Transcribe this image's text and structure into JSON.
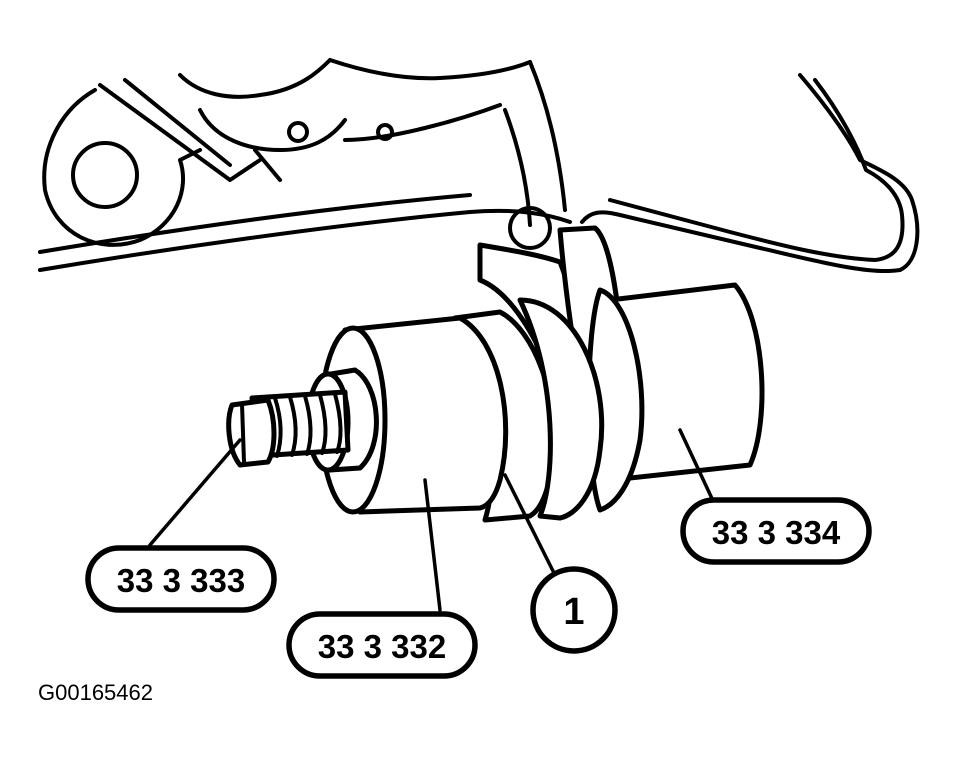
{
  "callouts": {
    "tool_333": "33 3 333",
    "tool_332": "33 3 332",
    "tool_334": "33 3 334",
    "item_1": "1"
  },
  "figure_id": "G00165462"
}
